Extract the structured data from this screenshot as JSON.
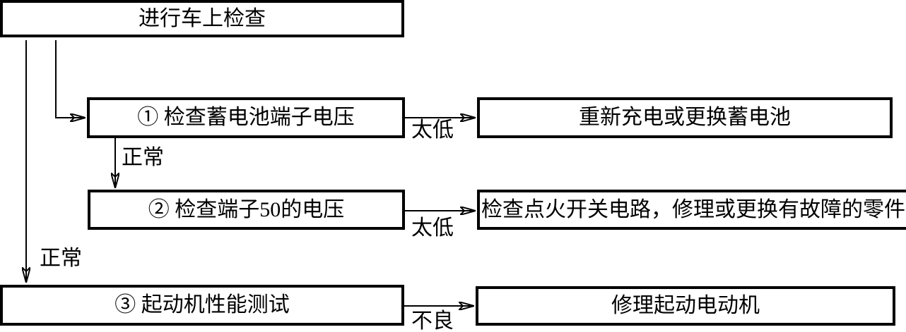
{
  "diagram": {
    "type": "flowchart",
    "language": "zh-CN",
    "nodes": {
      "start": {
        "label": "进行车上检查"
      },
      "step1": {
        "label": "① 检查蓄电池端子电压"
      },
      "action1": {
        "label": "重新充电或更换蓄电池"
      },
      "step2": {
        "label": "② 检查端子50的电压"
      },
      "action2": {
        "label": "检查点火开关电路，修理或更换有故障的零件"
      },
      "step3": {
        "label": "③ 起动机性能测试"
      },
      "action3": {
        "label": "修理起动电动机"
      }
    },
    "edge_labels": {
      "step1_to_step2": "正常",
      "start_to_step3": "正常",
      "step1_to_action1": "太低",
      "step2_to_action2": "太低",
      "step3_to_action3": "不良"
    },
    "colors": {
      "line": "#000000",
      "box_border": "#000000",
      "box_fill": "#ffffff",
      "background": "#ffffff",
      "text": "#000000"
    }
  }
}
